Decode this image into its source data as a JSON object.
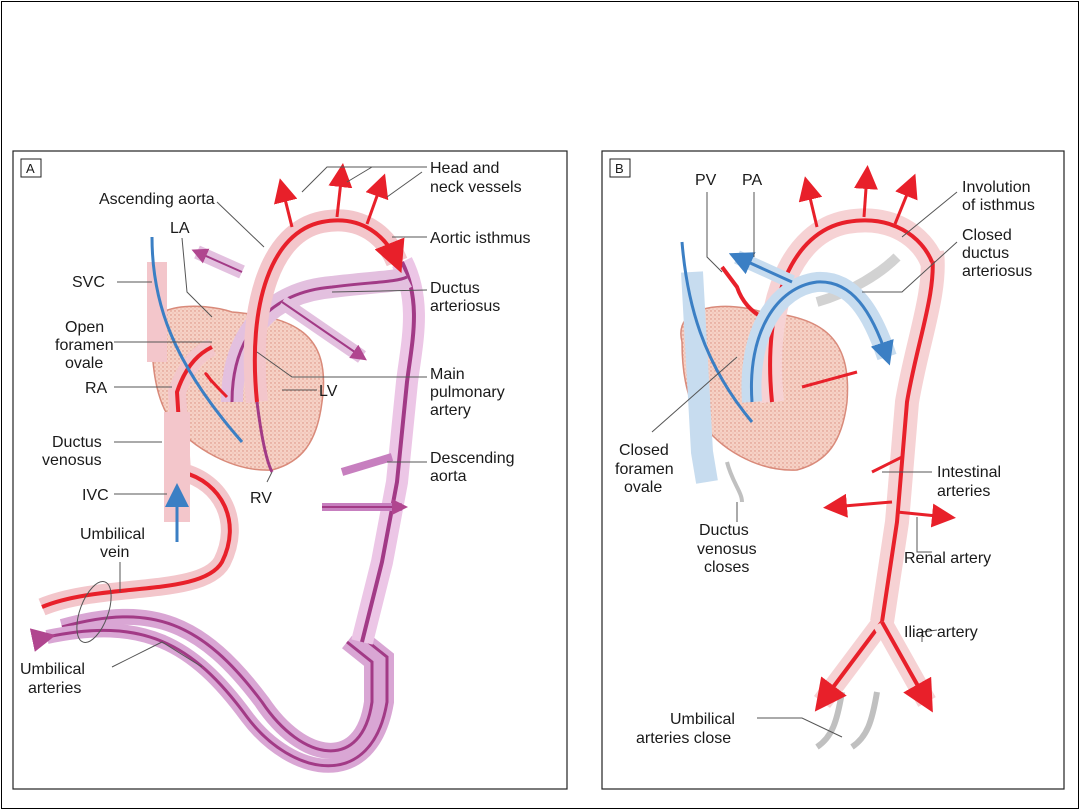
{
  "panel_a": {
    "tag": "A",
    "labels": {
      "head_neck_1": "Head and",
      "head_neck_2": "neck vessels",
      "ascending_aorta": "Ascending aorta",
      "la": "LA",
      "aortic_isthmus": "Aortic isthmus",
      "svc": "SVC",
      "ductus_arteriosus_1": "Ductus",
      "ductus_arteriosus_2": "arteriosus",
      "open_foramen_1": "Open",
      "open_foramen_2": "foramen",
      "open_foramen_3": "ovale",
      "main_pulm_1": "Main",
      "main_pulm_2": "pulmonary",
      "main_pulm_3": "artery",
      "ra": "RA",
      "lv": "LV",
      "ductus_venosus_1": "Ductus",
      "ductus_venosus_2": "venosus",
      "descending_aorta_1": "Descending",
      "descending_aorta_2": "aorta",
      "ivc": "IVC",
      "rv": "RV",
      "umbilical_vein_1": "Umbilical",
      "umbilical_vein_2": "vein",
      "umbilical_arteries_1": "Umbilical",
      "umbilical_arteries_2": "arteries"
    }
  },
  "panel_b": {
    "tag": "B",
    "labels": {
      "pv": "PV",
      "pa": "PA",
      "involution_1": "Involution",
      "involution_2": "of isthmus",
      "closed_da_1": "Closed",
      "closed_da_2": "ductus",
      "closed_da_3": "arteriosus",
      "closed_fo_1": "Closed",
      "closed_fo_2": "foramen",
      "closed_fo_3": "ovale",
      "intestinal_1": "Intestinal",
      "intestinal_2": "arteries",
      "dv_closes_1": "Ductus",
      "dv_closes_2": "venosus",
      "dv_closes_3": "closes",
      "renal": "Renal artery",
      "iliac": "Iliac artery",
      "ua_close_1": "Umbilical",
      "ua_close_2": "arteries close"
    }
  },
  "colors": {
    "artery": "#e8202a",
    "vein": "#3b7fc4",
    "mixed": "#b0468f",
    "purple_light": "#c98cc3",
    "pink_fill": "#f6d9dd",
    "heart_fill": "#f4c4b4",
    "closed_gray": "#b8b8b8"
  }
}
